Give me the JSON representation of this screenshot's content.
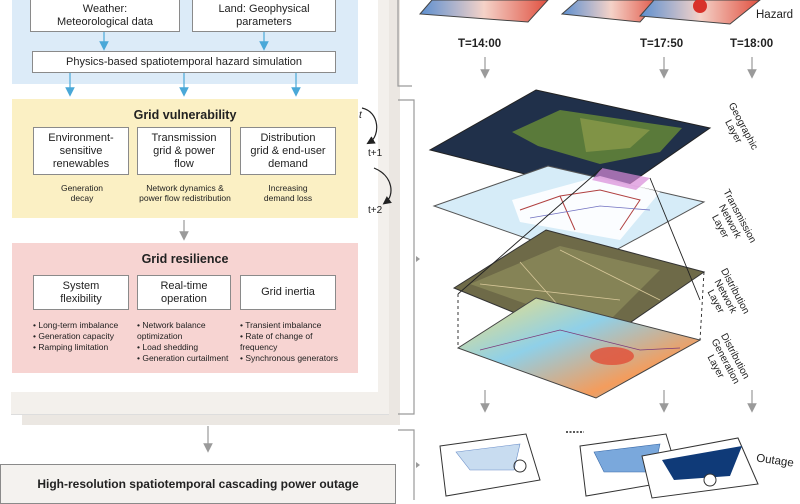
{
  "framework": {
    "inputs": {
      "weather": "Weather:\nMeteorological data",
      "land": "Land: Geophysical\nparameters"
    },
    "physics_sim": "Physics-based spatiotemporal hazard simulation",
    "vulnerability": {
      "title": "Grid vulnerability",
      "boxes": [
        "Environment-\nsensitive\nrenewables",
        "Transmission\ngrid & power\nflow",
        "Distribution\ngrid & end-user\ndemand"
      ],
      "notes": [
        "Generation\ndecay",
        "Network dynamics &\npower flow redistribution",
        "Increasing\ndemand loss"
      ]
    },
    "time_labels": [
      "t",
      "t+1",
      "t+2"
    ],
    "resilience": {
      "title": "Grid resilience",
      "boxes": [
        "System\nflexibility",
        "Real-time\noperation",
        "Grid inertia"
      ],
      "bullets": [
        [
          "Long-term imbalance",
          "Generation capacity",
          "Ramping limitation"
        ],
        [
          "Network balance\noptimization",
          "Load shedding",
          "Generation curtailment"
        ],
        [
          "Transient imbalance",
          "Rate of change of\nfrequency",
          "Synchronous generators"
        ]
      ]
    },
    "output": "High-resolution spatiotemporal cascading power outage"
  },
  "right_panel": {
    "hazard_label": "Hazard",
    "times": [
      "T=14:00",
      "T=17:50",
      "T=18:00"
    ],
    "layers": [
      "Geographic\nLayer",
      "Transmission\nNetwork\nLayer",
      "Distribution\nNetwork\nLayer",
      "Distribution\nGeneration\nLayer"
    ],
    "outage_label": "Outage"
  },
  "colors": {
    "blue_panel": "#dcebf8",
    "yellow_panel": "#fbf0c4",
    "red_panel": "#f7d4d2",
    "arrow_blue": "#4aa8d8",
    "arrow_gray": "#9a9a9a"
  }
}
